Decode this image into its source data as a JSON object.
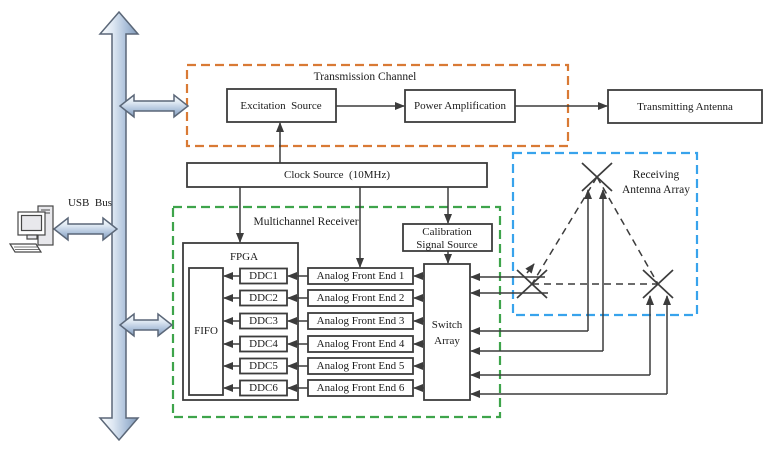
{
  "usb": {
    "bus_label": "USB  Bus"
  },
  "transmission": {
    "section_label": "Transmission Channel",
    "excitation": "Excitation  Source",
    "power_amp": "Power Amplification"
  },
  "transmitting_antenna": {
    "label": "Transmitting Antenna"
  },
  "clock": {
    "label": "Clock Source  (10MHz)"
  },
  "receiver": {
    "section_label": "Multichannel Receiver",
    "fpga": "FPGA",
    "fifo": "FIFO",
    "ddc": [
      "DDC1",
      "DDC2",
      "DDC3",
      "DDC4",
      "DDC5",
      "DDC6"
    ],
    "afe": [
      "Analog Front End 1",
      "Analog Front End 2",
      "Analog Front End 3",
      "Analog Front End 4",
      "Analog Front End 5",
      "Analog Front End 6"
    ],
    "switch_array": {
      "line1": "Switch",
      "line2": "Array"
    },
    "calibration": {
      "line1": "Calibration",
      "line2": "Signal Source"
    }
  },
  "antenna_array": {
    "label_line1": "Receiving",
    "label_line2": "Antenna Array"
  },
  "colors": {
    "transmission_border": "#d97a35",
    "receiver_border": "#3ea44b",
    "antenna_border": "#38a3ec",
    "line": "#3c3c3c"
  }
}
